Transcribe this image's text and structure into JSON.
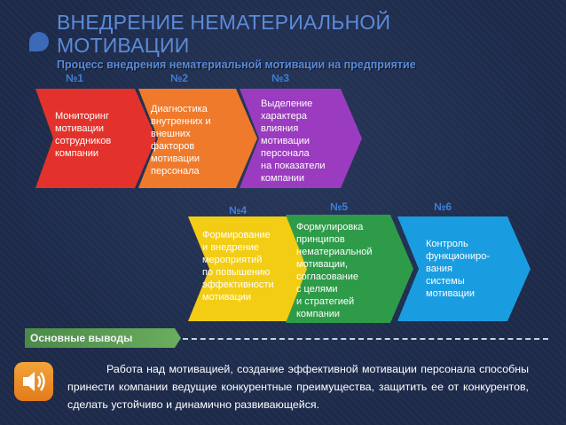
{
  "slide": {
    "title": "ВНЕДРЕНИЕ НЕМАТЕРИАЛЬНОЙ МОТИВАЦИИ",
    "subtitle": "Процесс внедрения нематериальной мотивации на предприятие"
  },
  "steps": [
    {
      "num": "№1",
      "text": "Мониторинг\n мотивации\n  сотрудников\nкомпании",
      "color": "#e2322b"
    },
    {
      "num": "№2",
      "text": "Диагностика\n  внутренних и\n    внешних\n   факторов\n мотивации\nперсонала",
      "color": "#ef7a2c"
    },
    {
      "num": "№3",
      "text": "Выделение\n  характера\n  влияния\n  мотивации\n персонала\n на показатели\nкомпании",
      "color": "#9b3bbf"
    },
    {
      "num": "№4",
      "text": "Формирование\n  и внедрение\n   мероприятий\n    по повышению\n  эффективности\nмотивации",
      "color": "#f3cd13"
    },
    {
      "num": "№5",
      "text": "Формулировка\n  принципов\n   нематериальной\n   мотивации,\n согласование\n с целями\n и стратегией\nкомпании",
      "color": "#2e9b49"
    },
    {
      "num": "№6",
      "text": "Контроль\n  функциониро-\n  вания\n системы\nмотивации",
      "color": "#1a9de0"
    }
  ],
  "summary": {
    "label": "Основные выводы",
    "text": "Работа над мотивацией, создание эффективной мотивации персонала способны принести компании ведущие конкурентные преимущества, защитить ее от конкурентов, сделать устойчиво и динамично развивающейся."
  },
  "icons": {
    "speaker": "speaker-icon",
    "title_bullet": "title-bullet-icon"
  },
  "colors": {
    "title": "#5b8bd8",
    "accent": "#3f7fd8",
    "summary_label": "#5a9c53",
    "speaker": "#ee9127"
  }
}
